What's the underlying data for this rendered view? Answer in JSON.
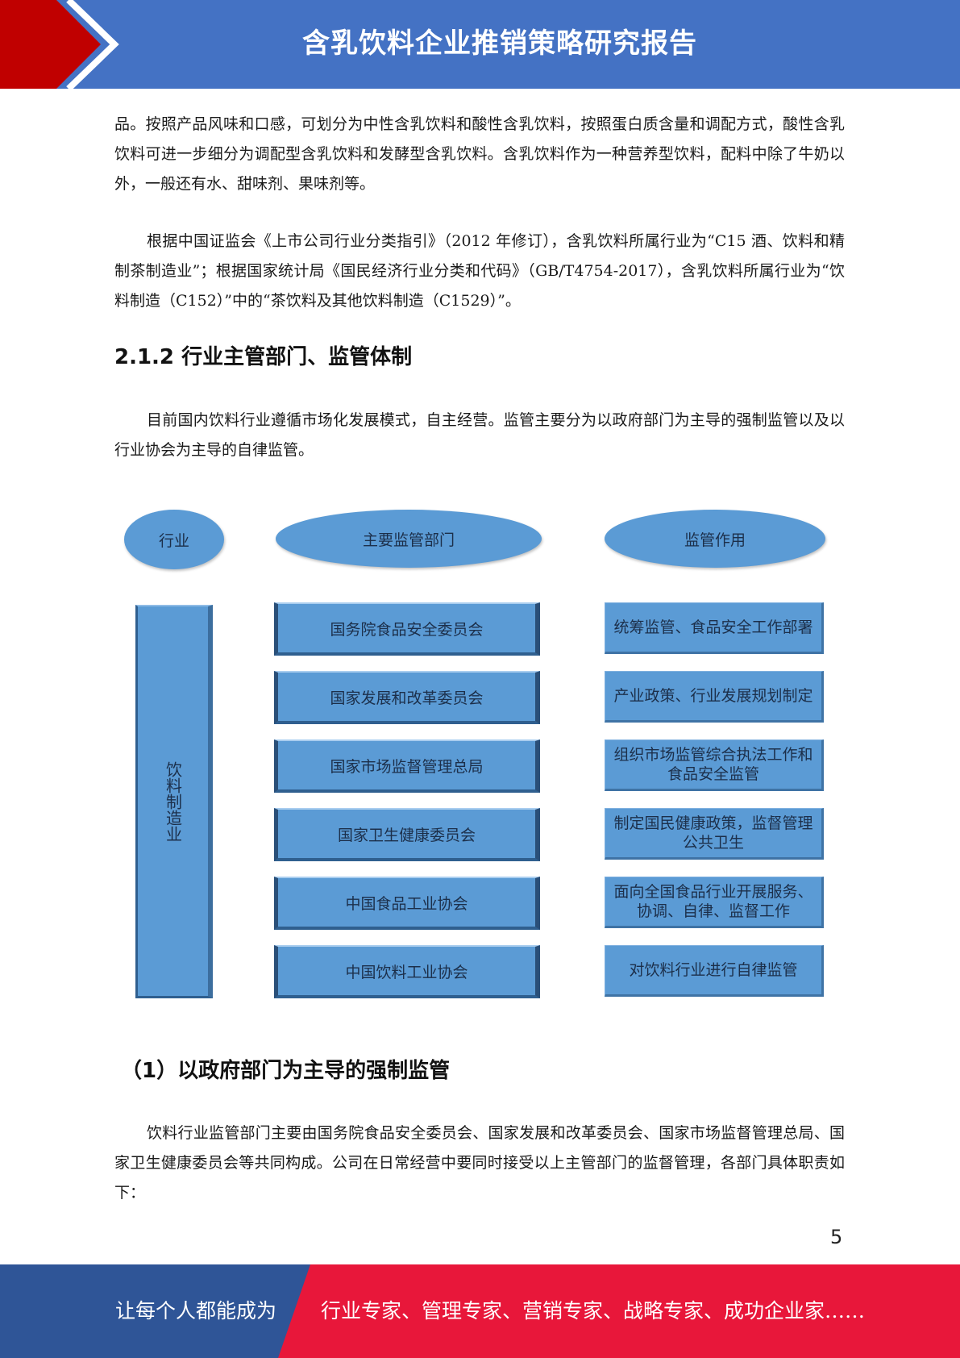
{
  "header": {
    "title": "含乳饮料企业推销策略研究报告",
    "colors": {
      "blue": "#4472c4",
      "red": "#c00000"
    }
  },
  "paragraphs": {
    "p1": "品。按照产品风味和口感，可划分为中性含乳饮料和酸性含乳饮料，按照蛋白质含量和调配方式，酸性含乳饮料可进一步细分为调配型含乳饮料和发酵型含乳饮料。含乳饮料作为一种营养型饮料，配料中除了牛奶以外，一般还有水、甜味剂、果味剂等。",
    "p2": "根据中国证监会《上市公司行业分类指引》（2012 年修订），含乳饮料所属行业为“C15 酒、饮料和精制茶制造业”；根据国家统计局《国民经济行业分类和代码》（GB/T4754-2017），含乳饮料所属行业为“饮料制造（C152）”中的“茶饮料及其他饮料制造（C1529）”。",
    "heading1": "2.1.2 行业主管部门、监管体制",
    "p3": "目前国内饮料行业遵循市场化发展模式，自主经营。监管主要分为以政府部门为主导的强制监管以及以行业协会为主导的自律监管。",
    "heading2": "（1）以政府部门为主导的强制监管",
    "p4": "饮料行业监管部门主要由国务院食品安全委员会、国家发展和改革委员会、国家市场监督管理总局、国家卫生健康委员会等共同构成。公司在日常经营中要同时接受以上主管部门的监督管理，各部门具体职责如下："
  },
  "diagram": {
    "header_industry": "行业",
    "header_departments": "主要监管部门",
    "header_roles": "监管作用",
    "industry": "饮料制造业",
    "rows": [
      {
        "department": "国务院食品安全委员会",
        "role": "统筹监管、食品安全工作部署"
      },
      {
        "department": "国家发展和改革委员会",
        "role": "产业政策、行业发展规划制定"
      },
      {
        "department": "国家市场监督管理总局",
        "role": "组织市场监管综合执法工作和食品安全监管"
      },
      {
        "department": "国家卫生健康委员会",
        "role": "制定国民健康政策，监督管理公共卫生"
      },
      {
        "department": "中国食品工业协会",
        "role": "面向全国食品行业开展服务、协调、自律、监督工作"
      },
      {
        "department": "中国饮料工业协会",
        "role": "对饮料行业进行自律监管"
      }
    ],
    "box_color": "#5b9bd5"
  },
  "page_number": "5",
  "footer": {
    "left_text": "让每个人都能成为",
    "right_text": "行业专家、管理专家、营销专家、战略专家、成功企业家……",
    "colors": {
      "blue": "#2f5597",
      "red": "#e8173a"
    }
  }
}
